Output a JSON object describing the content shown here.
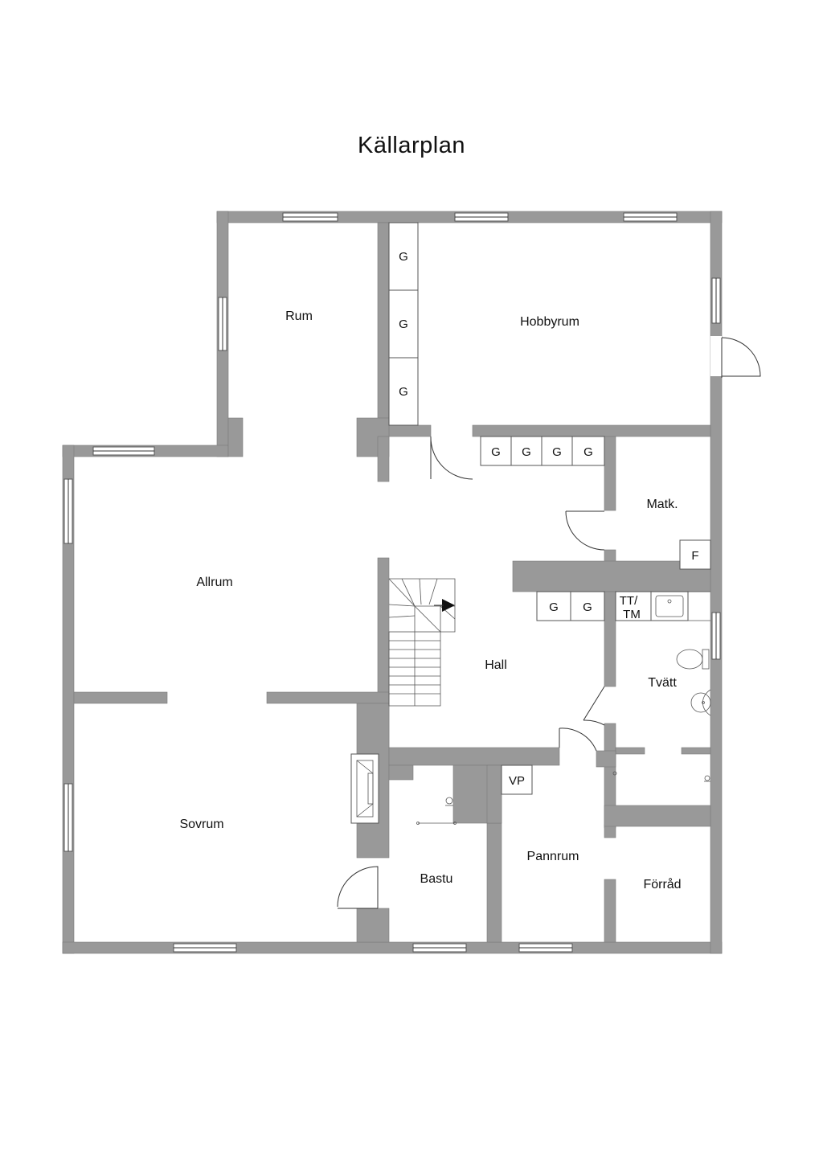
{
  "title": "Källarplan",
  "rooms": {
    "rum": "Rum",
    "hobbyrum": "Hobbyrum",
    "allrum": "Allrum",
    "matk": "Matk.",
    "hall": "Hall",
    "tvatt": "Tvätt",
    "sovrum": "Sovrum",
    "bastu": "Bastu",
    "pannrum": "Pannrum",
    "forrad": "Förråd"
  },
  "fixtures": {
    "wardrobe": "G",
    "fridge": "F",
    "washer_line1": "TT/",
    "washer_line2": "TM",
    "heat_pump": "VP"
  }
}
